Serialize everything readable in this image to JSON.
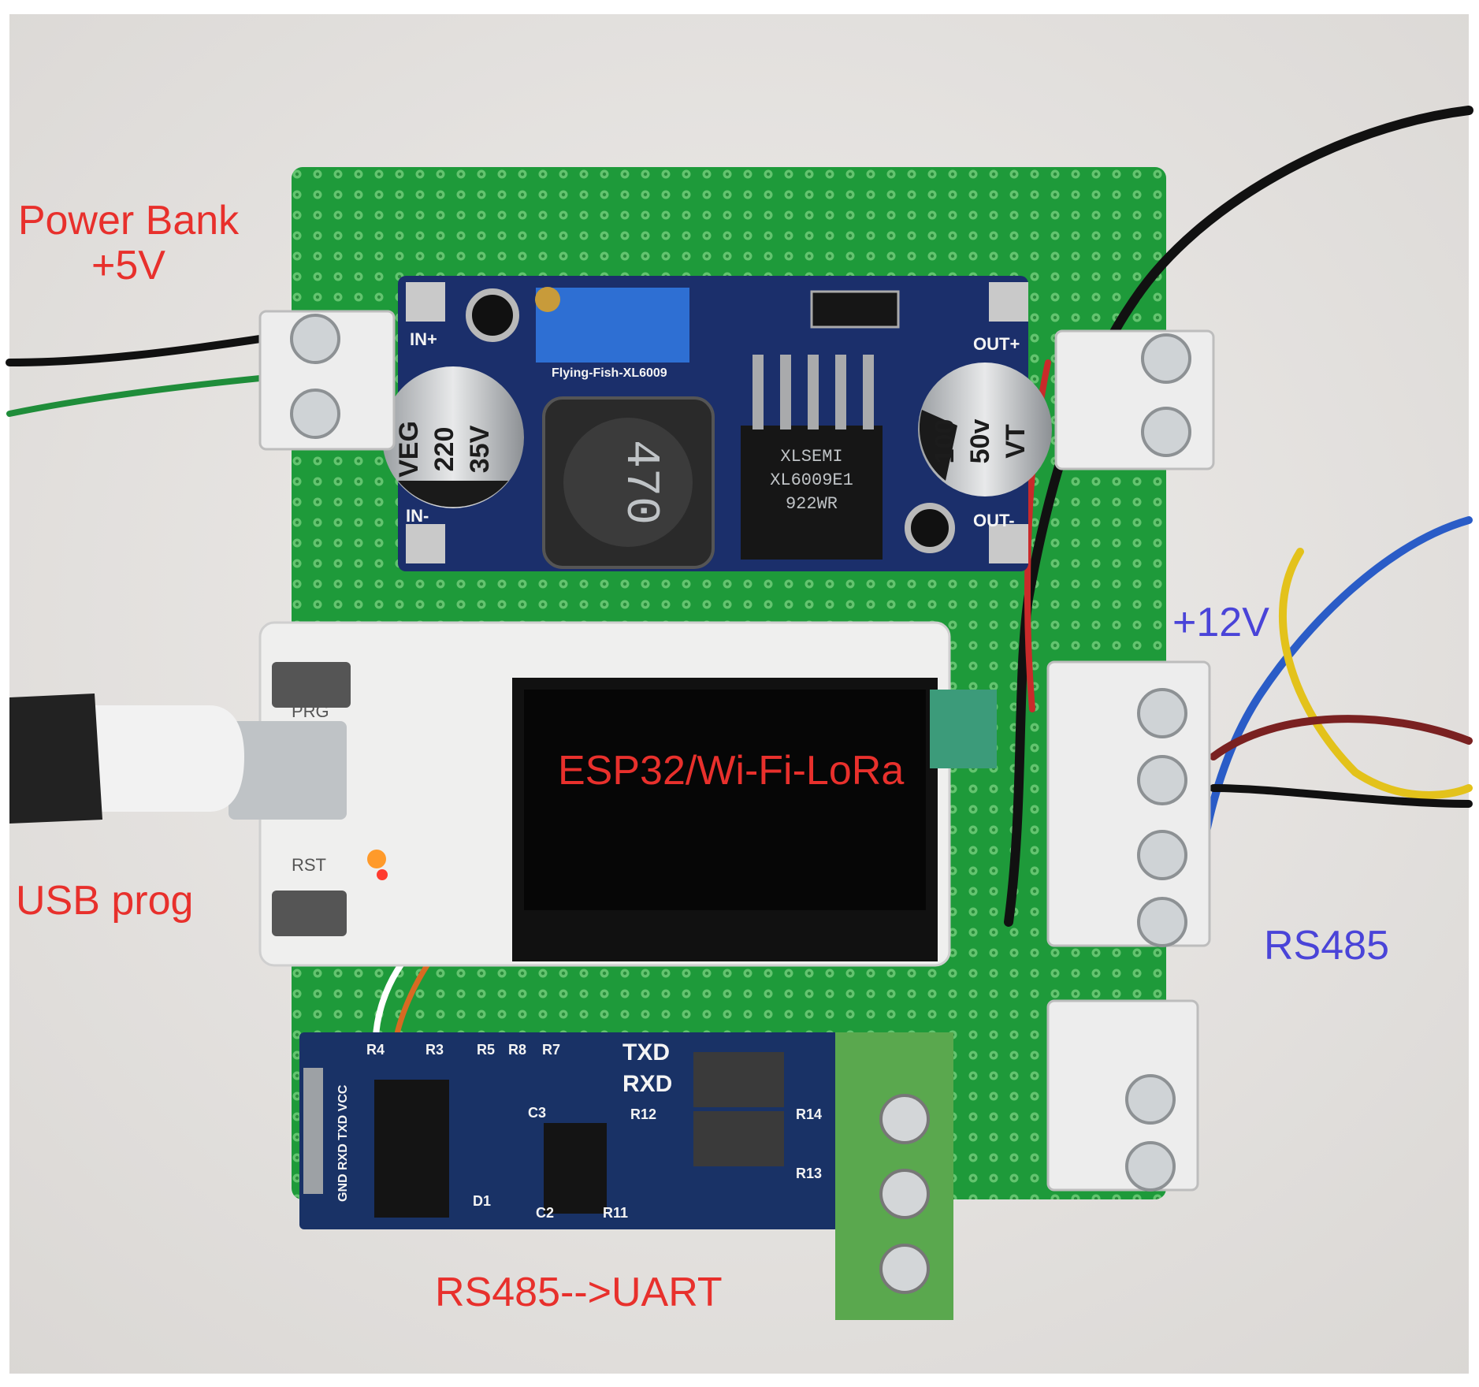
{
  "annotations": {
    "power_bank_line1": "Power Bank",
    "power_bank_line2": "+5V",
    "usb_prog": "USB prog",
    "esp32": "ESP32/Wi-Fi-LoRa",
    "rs485_uart": "RS485-->UART",
    "plus_12v": "+12V",
    "rs485": "RS485"
  },
  "silkscreen": {
    "in_plus": "IN+",
    "in_minus": "IN-",
    "out_plus": "OUT+",
    "out_minus": "OUT-",
    "brand": "Flying-Fish-XL6009",
    "inductor": "470",
    "chip_line1": "XLSEMI",
    "chip_line2": "XL6009E1",
    "chip_line3": "922WR",
    "cap_left_1": "VEG",
    "cap_left_2": "220",
    "cap_left_3": "35V",
    "cap_right_1": "100",
    "cap_right_2": "50v",
    "cap_right_3": "VT",
    "prg": "PRG",
    "rst": "RST",
    "txd": "TXD",
    "rxd": "RXD",
    "pins": "GND RXD TXD VCC",
    "r4": "R4",
    "r3": "R3",
    "r5": "R5",
    "r8": "R8",
    "r7": "R7",
    "r12": "R12",
    "r14": "R14",
    "r13": "R13",
    "r11": "R11",
    "c3": "C3",
    "c2": "C2",
    "d1": "D1"
  },
  "colors": {
    "annotation_red": "#e8302c",
    "annotation_blue": "#4a44d8",
    "perfboard_green": "#1e9a3a",
    "module_blue": "#1b2f6b",
    "terminal_green": "#5aa84e"
  }
}
